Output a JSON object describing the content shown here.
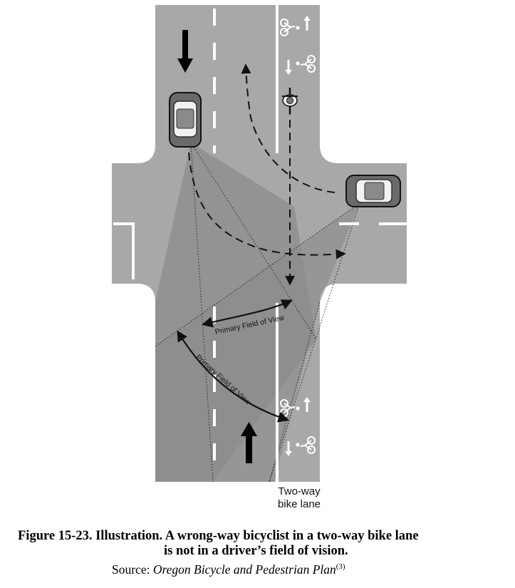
{
  "diagram": {
    "view_label_upper": "Primary Field of View",
    "view_label_lower": "Primary Field of View",
    "bike_lane_label": [
      "Two-way",
      "bike lane"
    ]
  },
  "caption": {
    "title_line1": "Figure 15-23. Illustration. A wrong-way bicyclist in a two-way bike lane",
    "title_line2": "is not in a driver’s field of vision.",
    "source_prefix": "Source: ",
    "source_title": "Oregon Bicycle and Pedestrian Plan",
    "source_ref": "(3)"
  },
  "colors": {
    "road": "#a8a8a8",
    "field_of_view_upper": "#909090",
    "field_of_view_lower": "#8c8c8c",
    "marking": "#ffffff",
    "ink": "#111111"
  }
}
